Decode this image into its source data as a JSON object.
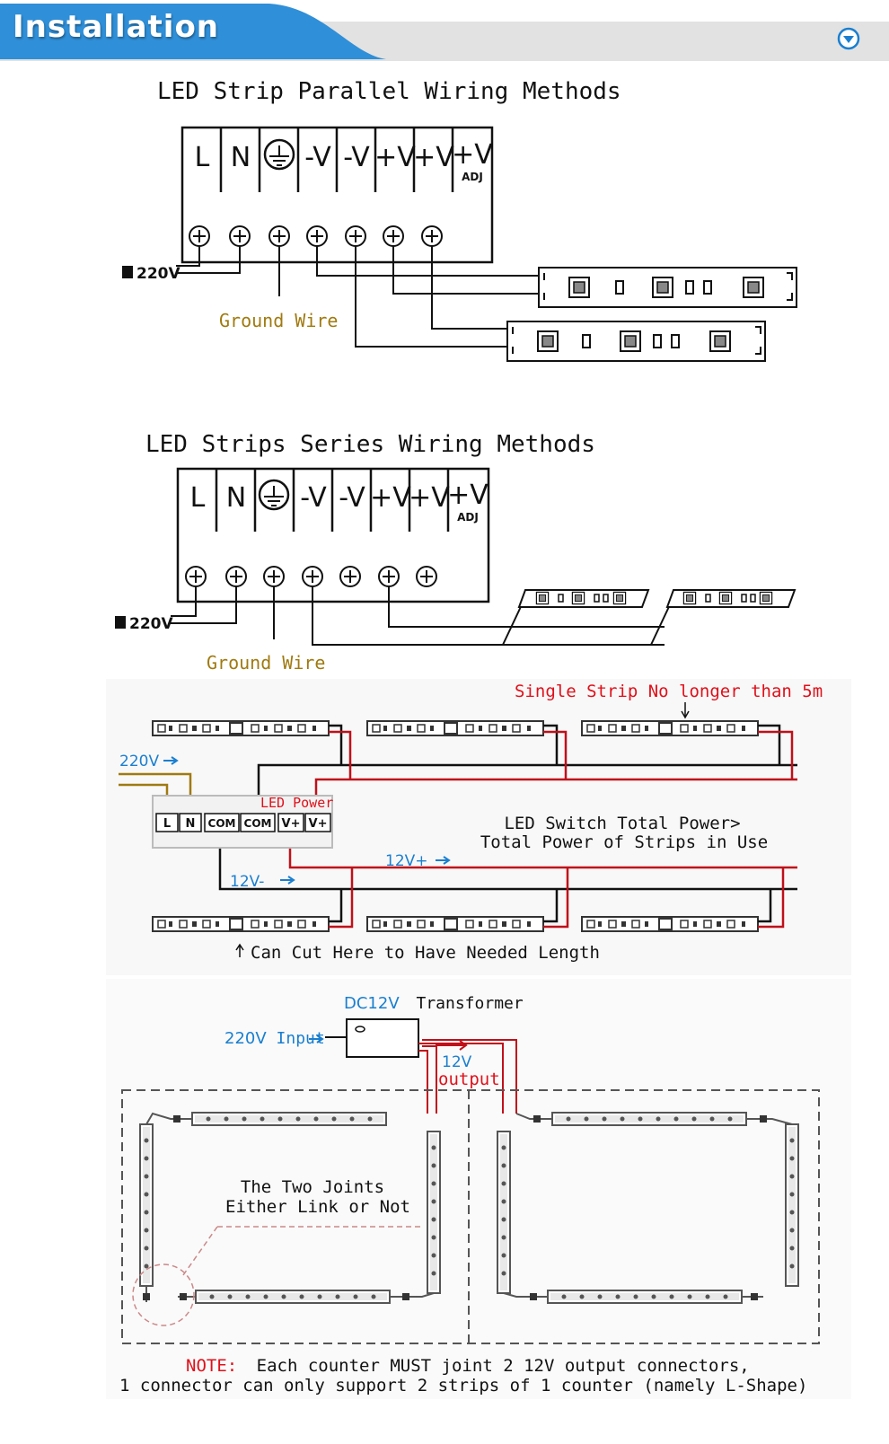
{
  "header": {
    "title": "Installation",
    "dropdown_icon": "chevron-down-circle-icon"
  },
  "parallel": {
    "title": "LED Strip Parallel Wiring Methods",
    "terminals": [
      "L",
      "N",
      "-V",
      "-V",
      "+V",
      "+V",
      "+V"
    ],
    "adj": "ADJ",
    "input": "220V",
    "ground_label": "Ground Wire"
  },
  "series": {
    "title": "LED Strips Series Wiring Methods",
    "terminals": [
      "L",
      "N",
      "-V",
      "-V",
      "+V",
      "+V",
      "+V"
    ],
    "adj": "ADJ",
    "input": "220V",
    "ground_label": "Ground Wire"
  },
  "power_diagram": {
    "max_length_note": "Single Strip No longer than 5m",
    "input_label": "220V",
    "power_label": "LED Power",
    "terminals": [
      "L",
      "N",
      "COM",
      "COM",
      "V+",
      "V+"
    ],
    "note_line1": "LED Switch Total Power>",
    "note_line2": "Total Power of Strips in Use",
    "positive_label": "12V+",
    "negative_label": "12V-",
    "cut_note": "Can Cut Here to Have Needed Length"
  },
  "transformer_diagram": {
    "transformer_prefix": "DC12V",
    "transformer_suffix": "Transformer",
    "input_prefix": "220V",
    "input_suffix": "Input",
    "output_line1": "12V",
    "output_line2": "output",
    "joints_line1": "The Two Joints",
    "joints_line2": "Either Link or Not",
    "note_prefix": "NOTE:",
    "note_line1": "Each counter MUST joint 2 12V output connectors,",
    "note_line2": "1 connector can only support 2 strips of 1 counter (namely L-Shape)"
  },
  "colors": {
    "header_blue": "#2f8fd8",
    "header_grey": "#e2e2e2",
    "label_gold": "#a07a10",
    "accent_red": "#e0101a",
    "accent_blue": "#1a7fd0",
    "wire_red": "#c0101a"
  }
}
